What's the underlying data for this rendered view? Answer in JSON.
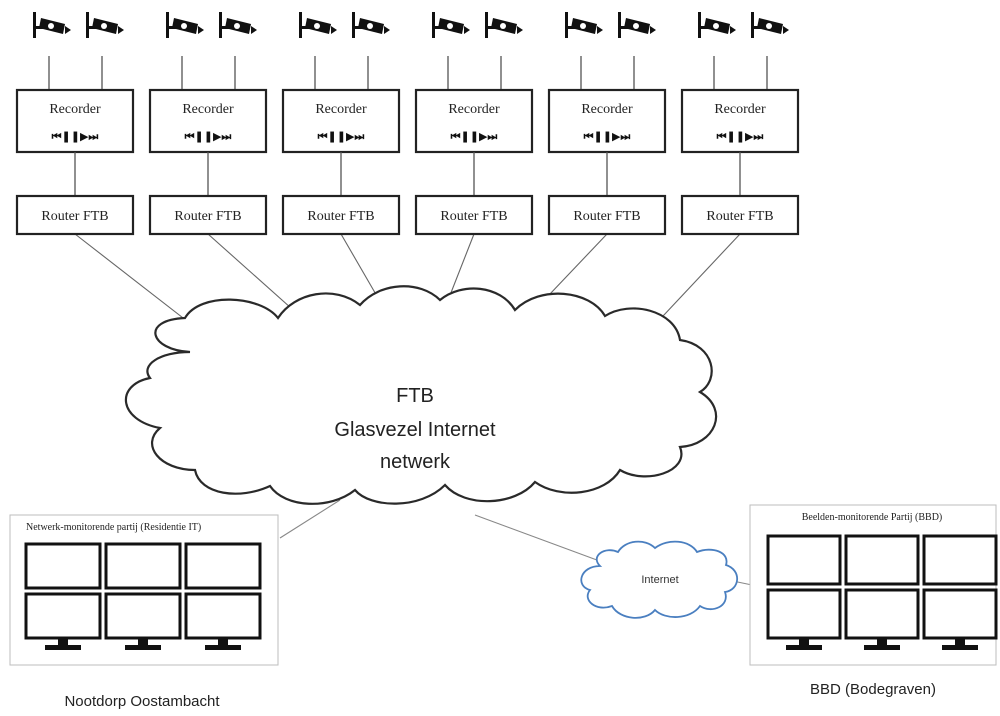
{
  "sites": [
    {
      "recorder_label": "Recorder",
      "controls": "⏮❚❚▶⏭",
      "router_label": "Router FTB"
    },
    {
      "recorder_label": "Recorder",
      "controls": "⏮❚❚▶⏭",
      "router_label": "Router FTB"
    },
    {
      "recorder_label": "Recorder",
      "controls": "⏮❚❚▶⏭",
      "router_label": "Router FTB"
    },
    {
      "recorder_label": "Recorder",
      "controls": "⏮❚❚▶⏭",
      "router_label": "Router FTB"
    },
    {
      "recorder_label": "Recorder",
      "controls": "⏮❚❚▶⏭",
      "router_label": "Router FTB"
    },
    {
      "recorder_label": "Recorder",
      "controls": "⏮❚❚▶⏭",
      "router_label": "Router FTB"
    }
  ],
  "cameras_per_site": 2,
  "camera_icon": "cctv-camera-icon",
  "cloud": {
    "lines": [
      "FTB",
      "Glasvezel Internet",
      "netwerk"
    ]
  },
  "internet_cloud": {
    "label": "Internet",
    "outline_color": "#4a7fc0"
  },
  "left_site": {
    "panel_title": "Netwerk-monitorende partij (Residentie IT)",
    "caption": "Nootdorp Oostambacht",
    "monitor_count": 6
  },
  "right_site": {
    "panel_title": "Beelden-monitorende Partij (BBD)",
    "caption": "BBD (Bodegraven)",
    "monitor_count": 6
  },
  "colors": {
    "line": "#555555",
    "box": "#222222",
    "screen": "#111111"
  }
}
